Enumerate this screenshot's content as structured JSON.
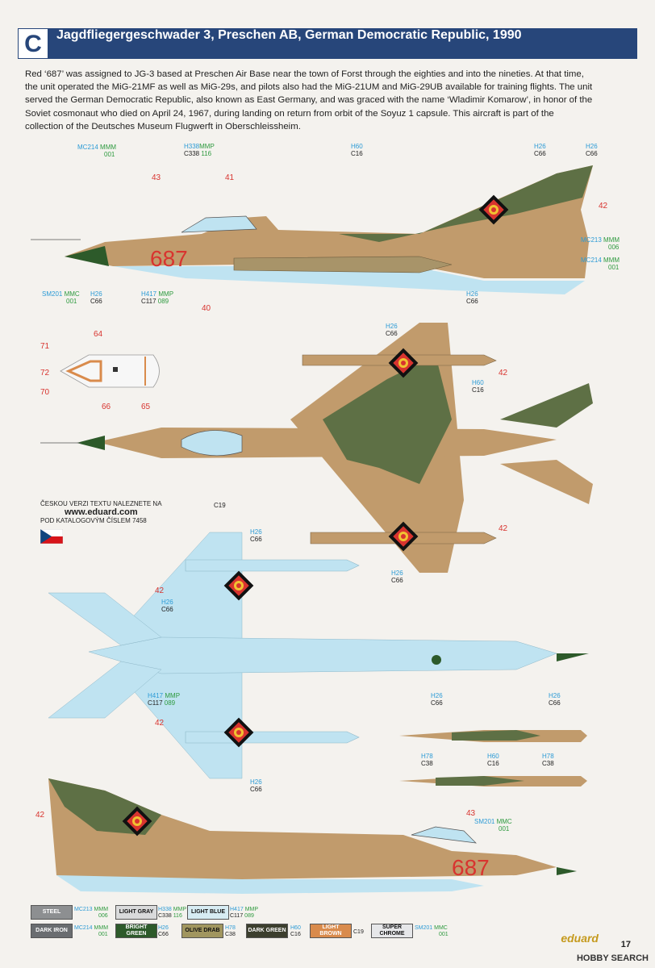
{
  "header": {
    "letter": "C",
    "title": "Jagdfliegergeschwader 3, Preschen AB, German Democratic Republic, 1990"
  },
  "intro": [
    "Red ‘687’ was assigned to JG-3 based at Preschen Air Base near the town of Forst through the eighties and into the nineties. At that time,",
    "the unit operated the MiG-21MF as well as MiG-29s, and pilots also had the MiG-21UM and MiG-29UB available for training flights. The unit",
    "served the German Democratic Republic, also known as East Germany, and was graced with the name ‘Wladimir Komarow’, in honor of the",
    "Soviet cosmonaut who died on April 24, 1967, during landing on return from orbit of the Soyuz 1 capsule. This aircraft is part of the",
    "collection of the Deutsches Museum Flugwerft in Oberschleissheim."
  ],
  "tail_number": "687",
  "czech": {
    "line1": "ČESKOU VERZI TEXTU NALEZNETE NA",
    "url": "www.eduard.com",
    "line3": "POD KATALOGOVÝM ČÍSLEM 7458"
  },
  "callouts": {
    "mc214_mmm_001": {
      "a": "MC214",
      "b": "MMM",
      "c": "001"
    },
    "h338_c338": {
      "a": "H338",
      "b": "MMP",
      "c": "C338",
      "d": "116"
    },
    "h60_c16": {
      "a": "H60",
      "b": "C16"
    },
    "h26_c66": {
      "a": "H26",
      "b": "C66"
    },
    "mc213_mmm_006": {
      "a": "MC213",
      "b": "MMM",
      "c": "006"
    },
    "sm201_mmc_001": {
      "a": "SM201",
      "b": "MMC",
      "c": "001"
    },
    "h417_c117": {
      "a": "H417",
      "b": "MMP",
      "c": "C117",
      "d": "089"
    },
    "c19": "C19",
    "h78_c38": {
      "a": "H78",
      "b": "C38"
    }
  },
  "markers": {
    "n43": "43",
    "n41": "41",
    "n42": "42",
    "n40": "40",
    "n64": "64",
    "n71": "71",
    "n72": "72",
    "n70": "70",
    "n66": "66",
    "n65": "65"
  },
  "legend": [
    {
      "name": "STEEL",
      "bg": "#8d8f91",
      "fg": "#ffffff",
      "code1": "MC213",
      "c2a": "MMM",
      "c2b": "006"
    },
    {
      "name": "LIGHT GRAY",
      "bg": "#d9dadb",
      "fg": "#111111",
      "code1": "H338",
      "c2a": "MMP",
      "c2b": "116",
      "code3": "C338"
    },
    {
      "name": "LIGHT BLUE",
      "bg": "#d7ecf3",
      "fg": "#111111",
      "code1": "H417",
      "c2a": "MMP",
      "c2b": "089",
      "code3": "C117"
    },
    {
      "name": "DARK IRON",
      "bg": "#6a6d70",
      "fg": "#ffffff",
      "code1": "MC214",
      "c2a": "MMM",
      "c2b": "001"
    },
    {
      "name": "BRIGHT GREEN",
      "bg": "#2d5a2a",
      "fg": "#ffffff",
      "code1": "H26",
      "code3": "C66"
    },
    {
      "name": "OLIVE DRAB",
      "bg": "#a1965f",
      "fg": "#111111",
      "code1": "H78",
      "code3": "C38"
    },
    {
      "name": "DARK GREEN",
      "bg": "#3c3f2e",
      "fg": "#ffffff",
      "code1": "H60",
      "code3": "C16"
    },
    {
      "name": "LIGHT BROWN",
      "bg": "#d98b4c",
      "fg": "#ffffff",
      "code1": "C19"
    },
    {
      "name": "SUPER CHROME",
      "bg": "#e6e7e9",
      "fg": "#111111",
      "code1": "SM201",
      "c2a": "MMC",
      "c2b": "001"
    }
  ],
  "brand": "eduard",
  "page_number": "17",
  "watermark": "HOBBY SEARCH",
  "colors": {
    "header": "#27467a",
    "camo_tan": "#c19b6c",
    "camo_green": "#5e7045",
    "underside_blue": "#bfe3f1",
    "marker_red": "#d8342f"
  }
}
